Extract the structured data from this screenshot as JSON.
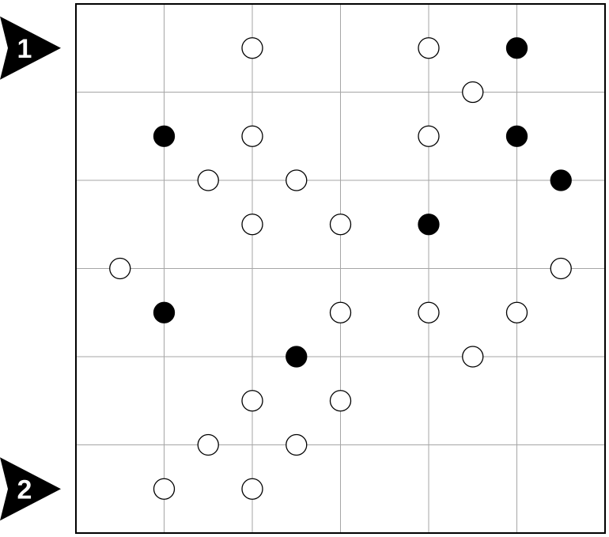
{
  "puzzle": {
    "type": "masyu",
    "columns": 6,
    "rows": 6,
    "entrances": [
      {
        "label": "1",
        "row": 0
      },
      {
        "label": "2",
        "row": 5
      }
    ],
    "circles": [
      {
        "color": "white",
        "x": 2,
        "y": 0.5
      },
      {
        "color": "white",
        "x": 4,
        "y": 0.5
      },
      {
        "color": "black",
        "x": 5,
        "y": 0.5
      },
      {
        "color": "white",
        "x": 4.5,
        "y": 1
      },
      {
        "color": "black",
        "x": 1,
        "y": 1.5
      },
      {
        "color": "white",
        "x": 2,
        "y": 1.5
      },
      {
        "color": "white",
        "x": 4,
        "y": 1.5
      },
      {
        "color": "black",
        "x": 5,
        "y": 1.5
      },
      {
        "color": "white",
        "x": 1.5,
        "y": 2
      },
      {
        "color": "white",
        "x": 2.5,
        "y": 2
      },
      {
        "color": "black",
        "x": 5.5,
        "y": 2
      },
      {
        "color": "white",
        "x": 2,
        "y": 2.5
      },
      {
        "color": "white",
        "x": 3,
        "y": 2.5
      },
      {
        "color": "black",
        "x": 4,
        "y": 2.5
      },
      {
        "color": "white",
        "x": 0.5,
        "y": 3
      },
      {
        "color": "white",
        "x": 5.5,
        "y": 3
      },
      {
        "color": "black",
        "x": 1,
        "y": 3.5
      },
      {
        "color": "white",
        "x": 3,
        "y": 3.5
      },
      {
        "color": "white",
        "x": 4,
        "y": 3.5
      },
      {
        "color": "white",
        "x": 5,
        "y": 3.5
      },
      {
        "color": "black",
        "x": 2.5,
        "y": 4
      },
      {
        "color": "white",
        "x": 4.5,
        "y": 4
      },
      {
        "color": "white",
        "x": 2,
        "y": 4.5
      },
      {
        "color": "white",
        "x": 3,
        "y": 4.5
      },
      {
        "color": "white",
        "x": 1.5,
        "y": 5
      },
      {
        "color": "white",
        "x": 2.5,
        "y": 5
      },
      {
        "color": "white",
        "x": 1,
        "y": 5.5
      },
      {
        "color": "white",
        "x": 2,
        "y": 5.5
      }
    ]
  },
  "colors": {
    "border": "#000000",
    "grid_line": "#a6a6a6",
    "white_circle_fill": "#ffffff",
    "black_circle_fill": "#000000",
    "arrow_fill": "#000000",
    "arrow_text": "#ffffff"
  }
}
